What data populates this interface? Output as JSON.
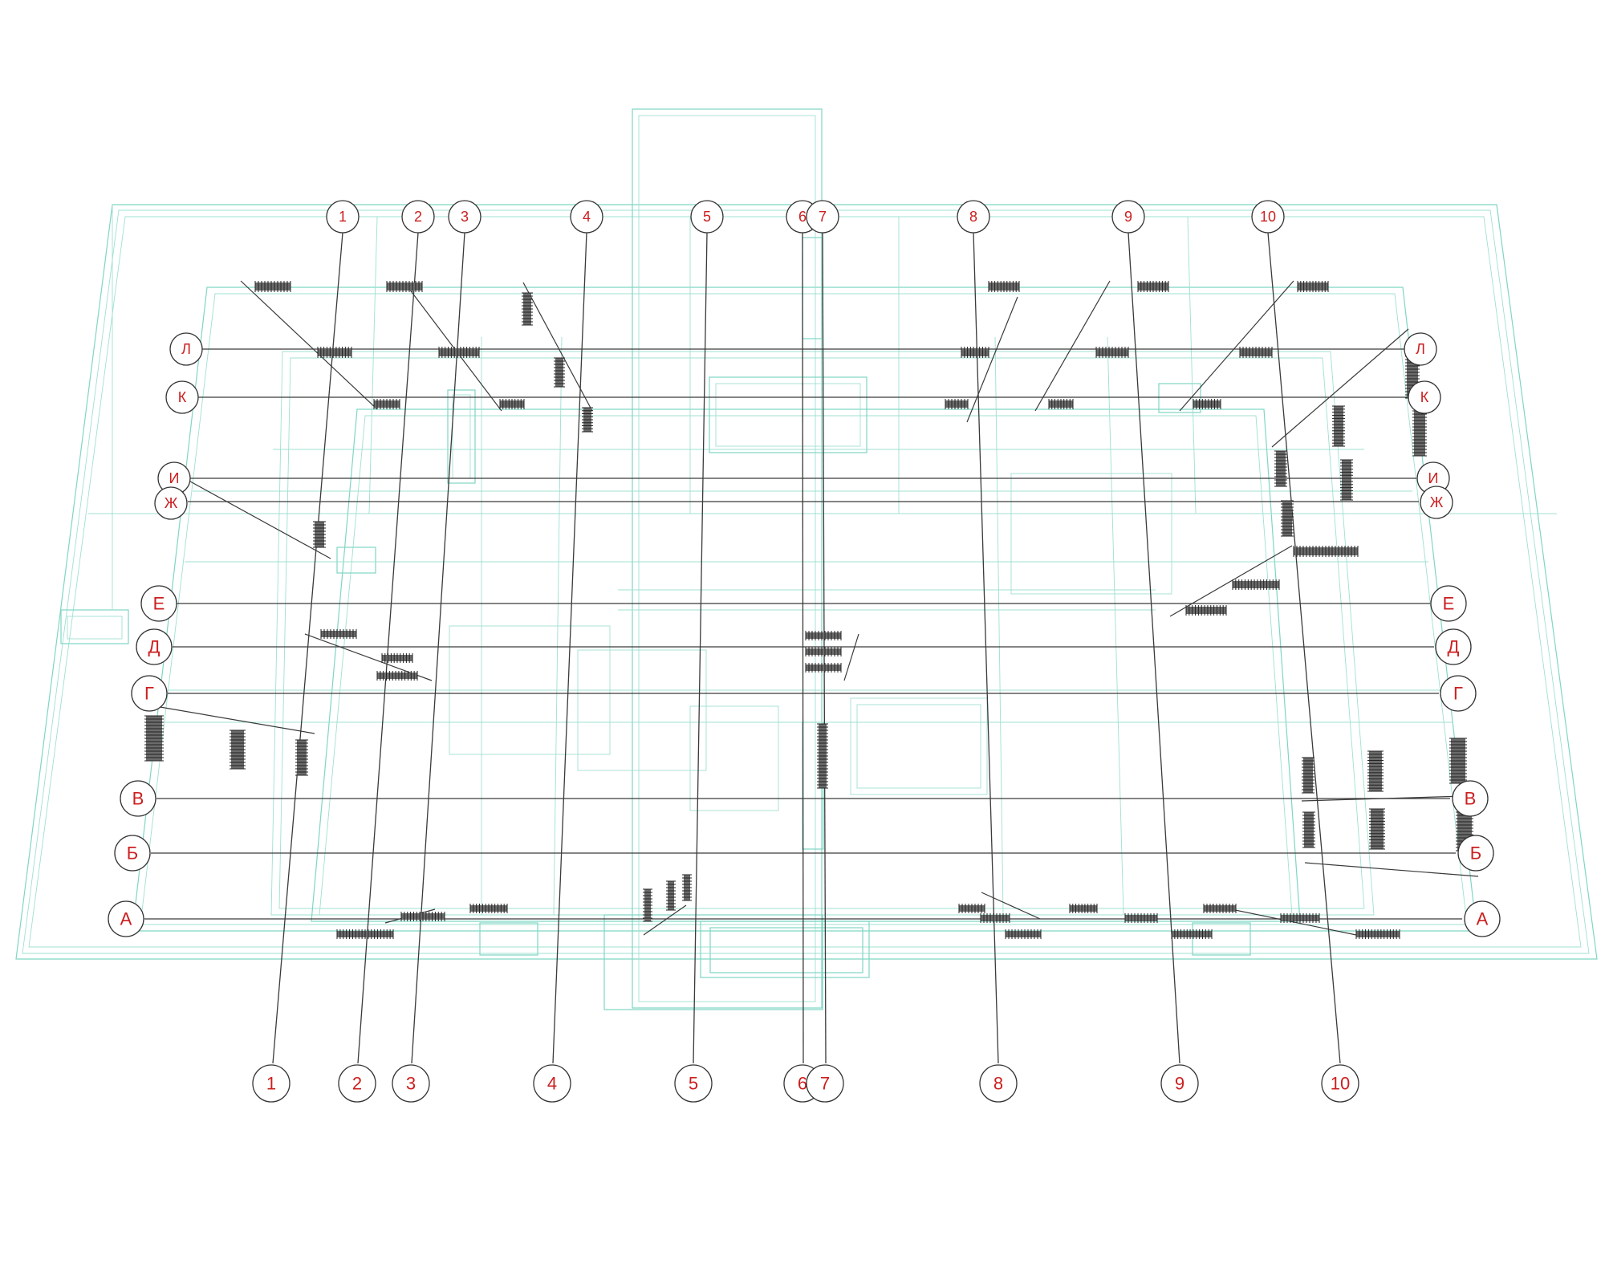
{
  "colors": {
    "axis_label": "#cc1f1f",
    "wireframe": "#7fd6c4",
    "axis_line": "#3a3a3a",
    "radiator": "#555555"
  },
  "grid_axes": {
    "vertical": [
      {
        "label": "1"
      },
      {
        "label": "2"
      },
      {
        "label": "3"
      },
      {
        "label": "4"
      },
      {
        "label": "5"
      },
      {
        "label": "6"
      },
      {
        "label": "7"
      },
      {
        "label": "8"
      },
      {
        "label": "9"
      },
      {
        "label": "10"
      }
    ],
    "horizontal": [
      {
        "label": "Л"
      },
      {
        "label": "К"
      },
      {
        "label": "И"
      },
      {
        "label": "Ж"
      },
      {
        "label": "Е"
      },
      {
        "label": "Д"
      },
      {
        "label": "Г"
      },
      {
        "label": "В"
      },
      {
        "label": "Б"
      },
      {
        "label": "А"
      }
    ]
  },
  "radiator_icon": "heating-radiator-icon"
}
